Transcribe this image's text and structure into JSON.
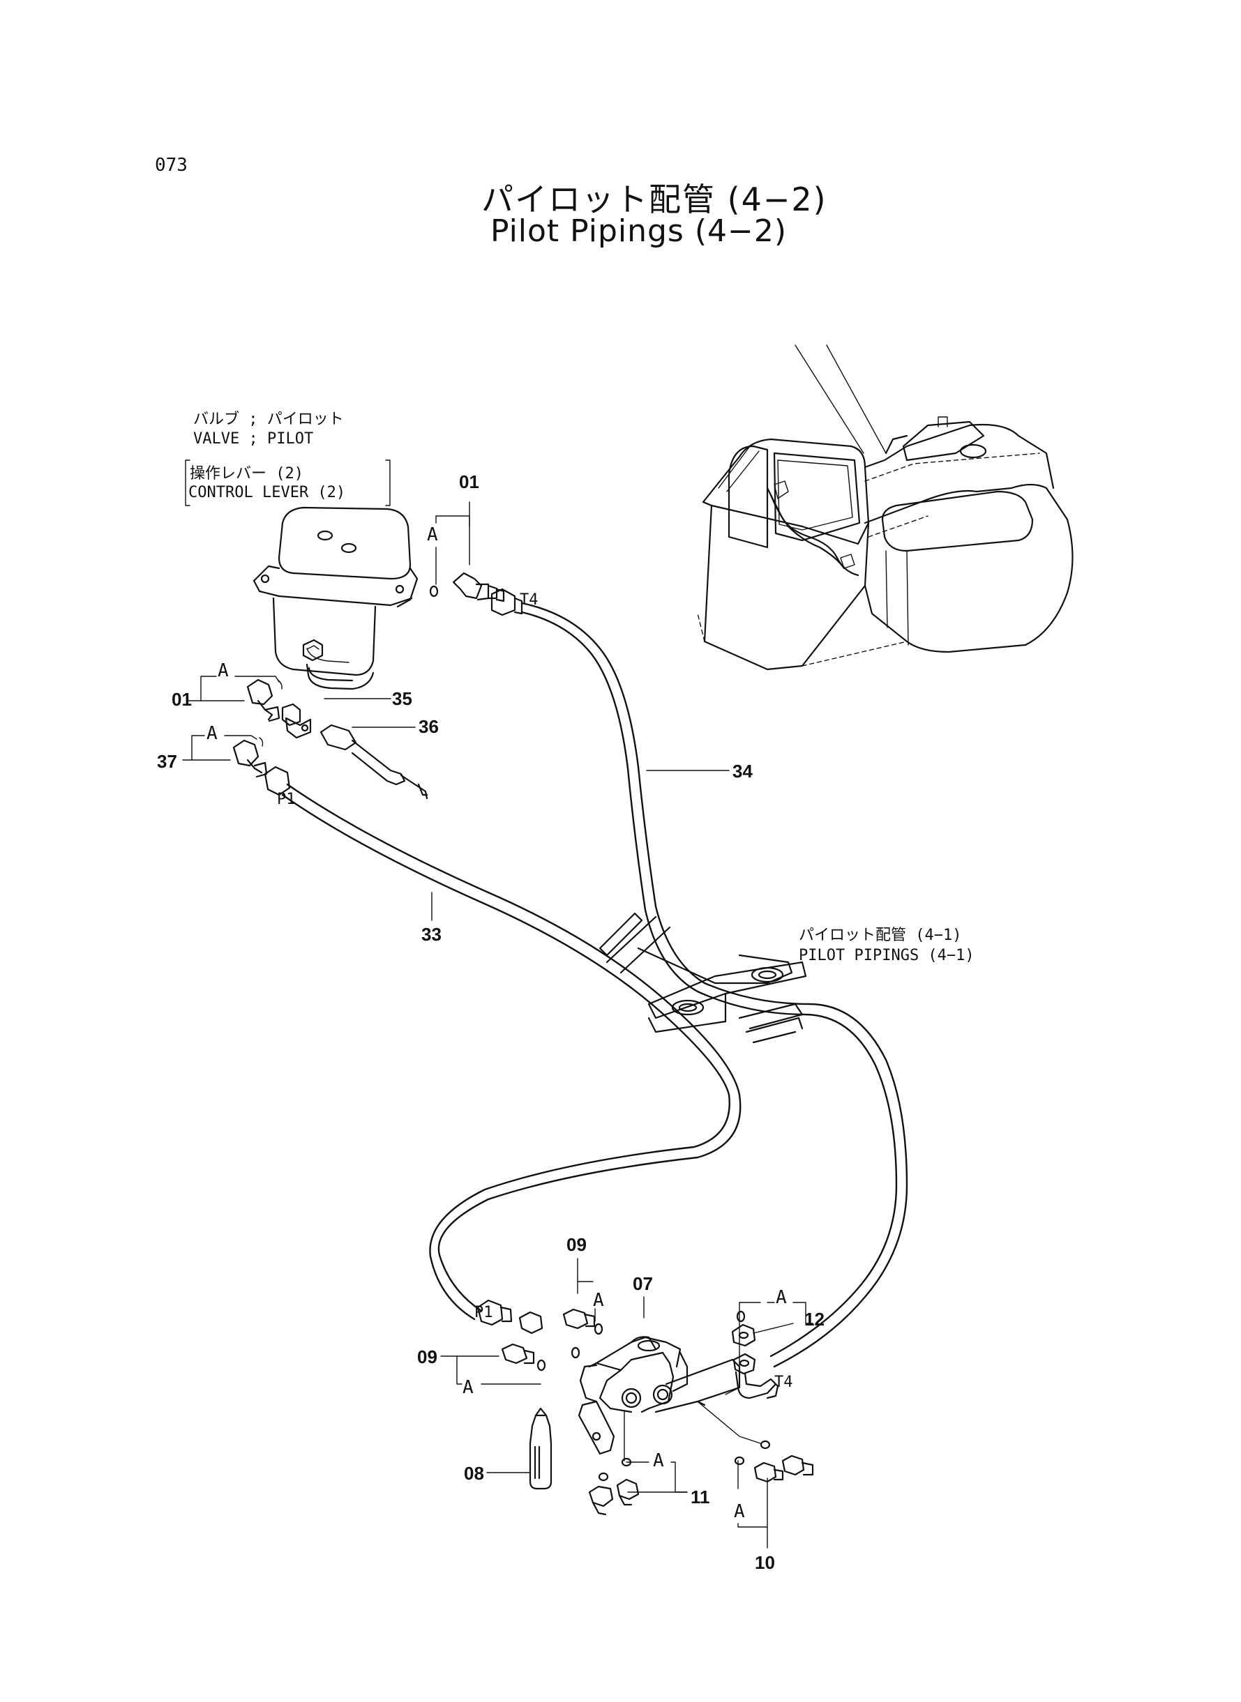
{
  "page_number": "073",
  "title_jp": "パイロット配管 (4−2)",
  "title_en": "Pilot Pipings (4−2)",
  "valve_label": {
    "jp": "バルブ ; パイロット",
    "en": "VALVE ; PILOT",
    "sub_jp": "操作レバー (2)",
    "sub_en": "CONTROL LEVER (2)"
  },
  "ref_label": {
    "jp": "パイロット配管 (4−1)",
    "en": "PILOT PIPINGS (4−1)"
  },
  "part_numbers": [
    "01",
    "01",
    "35",
    "36",
    "37",
    "34",
    "33",
    "09",
    "07",
    "09",
    "12",
    "08",
    "11",
    "10"
  ],
  "port_labels": [
    "T4",
    "P1",
    "P1",
    "T4"
  ],
  "group_marks": [
    "A",
    "A",
    "A",
    "A",
    "A",
    "A",
    "A",
    "A"
  ]
}
